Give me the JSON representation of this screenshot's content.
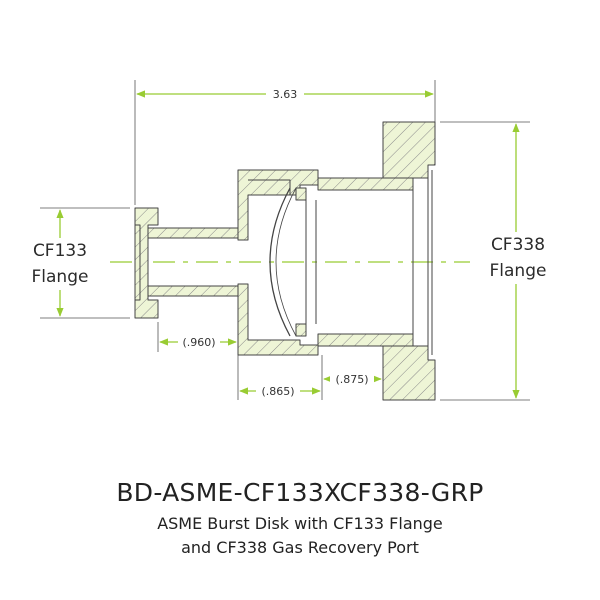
{
  "labels": {
    "left_flange": [
      "CF133",
      "Flange"
    ],
    "right_flange": [
      "CF338",
      "Flange"
    ]
  },
  "dimensions": {
    "overall_length": "3.63",
    "tube_length": "(.960)",
    "body_length": "(.865)",
    "port_length": "(.875)"
  },
  "title": {
    "part_number": "BD-ASME-CF133XCF338-GRP",
    "line1": "ASME Burst Disk with CF133 Flange",
    "line2": "and CF338 Gas Recovery Port"
  },
  "colors": {
    "dimension_line": "#99cc33",
    "part_fill": "#eef5d6",
    "outline": "#444444",
    "hatch": "#888888"
  }
}
